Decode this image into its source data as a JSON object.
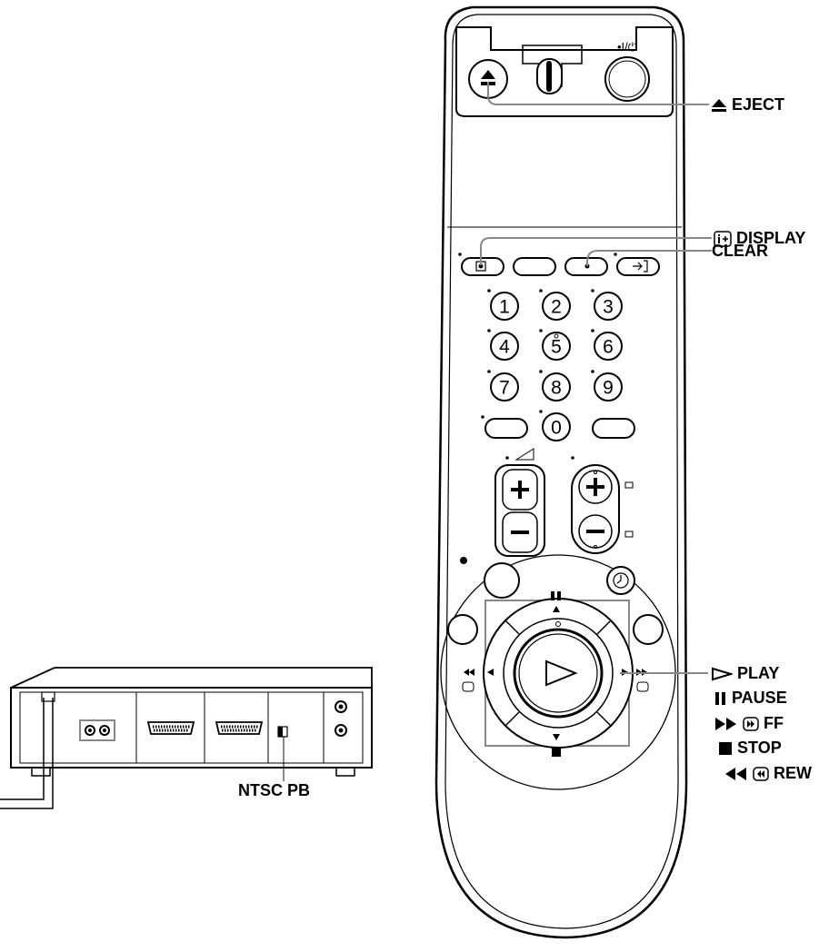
{
  "remote": {
    "power_symbol": "•I/⏻",
    "digits": [
      "1",
      "2",
      "3",
      "4",
      "5",
      "6",
      "7",
      "8",
      "9",
      "0"
    ]
  },
  "vcr": {
    "ntsc_label": "NTSC PB"
  },
  "callouts": {
    "eject": "EJECT",
    "display": "DISPLAY",
    "clear": "CLEAR",
    "play": "PLAY",
    "pause": "PAUSE",
    "ff": "FF",
    "stop": "STOP",
    "rew": "REW"
  }
}
